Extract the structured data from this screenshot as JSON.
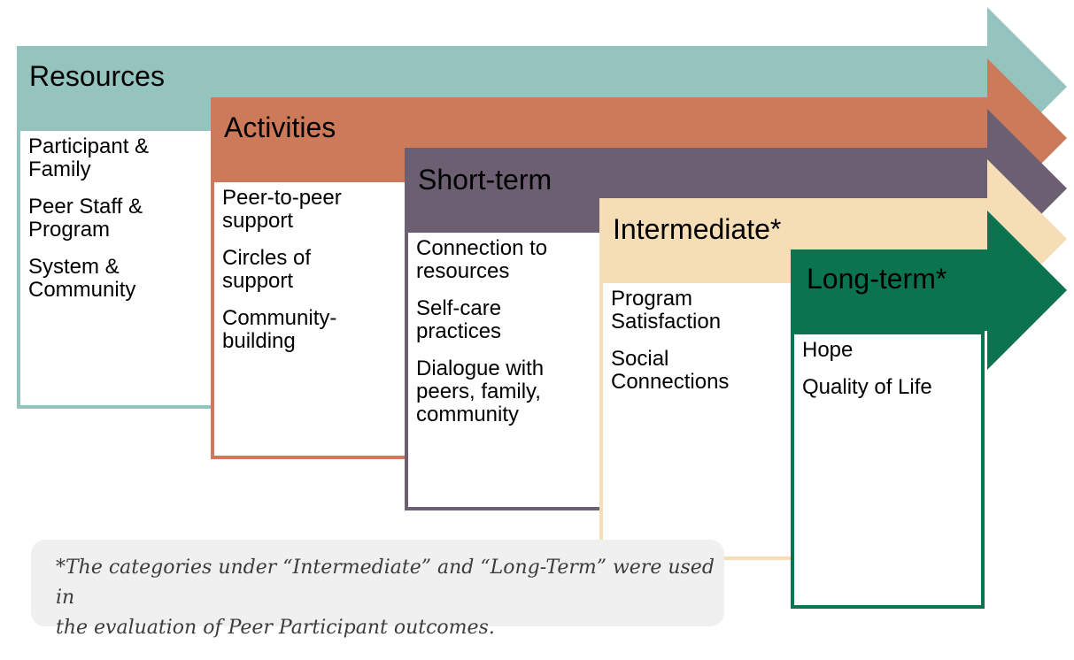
{
  "diagram": {
    "columns": [
      {
        "title": "Resources",
        "color": "#95C3BE",
        "items": [
          "Participant &\nFamily",
          "Peer Staff &\nProgram",
          "System &\nCommunity"
        ]
      },
      {
        "title": "Activities",
        "color": "#CC7A5A",
        "items": [
          "Peer-to-peer\nsupport",
          "Circles of\nsupport",
          "Community-\nbuilding"
        ]
      },
      {
        "title": "Short-term",
        "color": "#6B5F71",
        "items": [
          "Connection to\nresources",
          "Self-care\npractices",
          "Dialogue with\npeers, family,\ncommunity"
        ]
      },
      {
        "title": "Intermediate*",
        "color": "#F5DDB5",
        "items": [
          "Program\nSatisfaction",
          "Social\nConnections"
        ]
      },
      {
        "title": "Long-term*",
        "color": "#0C7350",
        "items": [
          "Hope",
          "Quality of Life"
        ]
      }
    ],
    "footnote": {
      "text": "*The categories under “Intermediate” and “Long-Term” were used in\nthe evaluation of Peer Participant outcomes.",
      "background": "#F0F0F0",
      "text_color": "#3C3C3C"
    }
  }
}
